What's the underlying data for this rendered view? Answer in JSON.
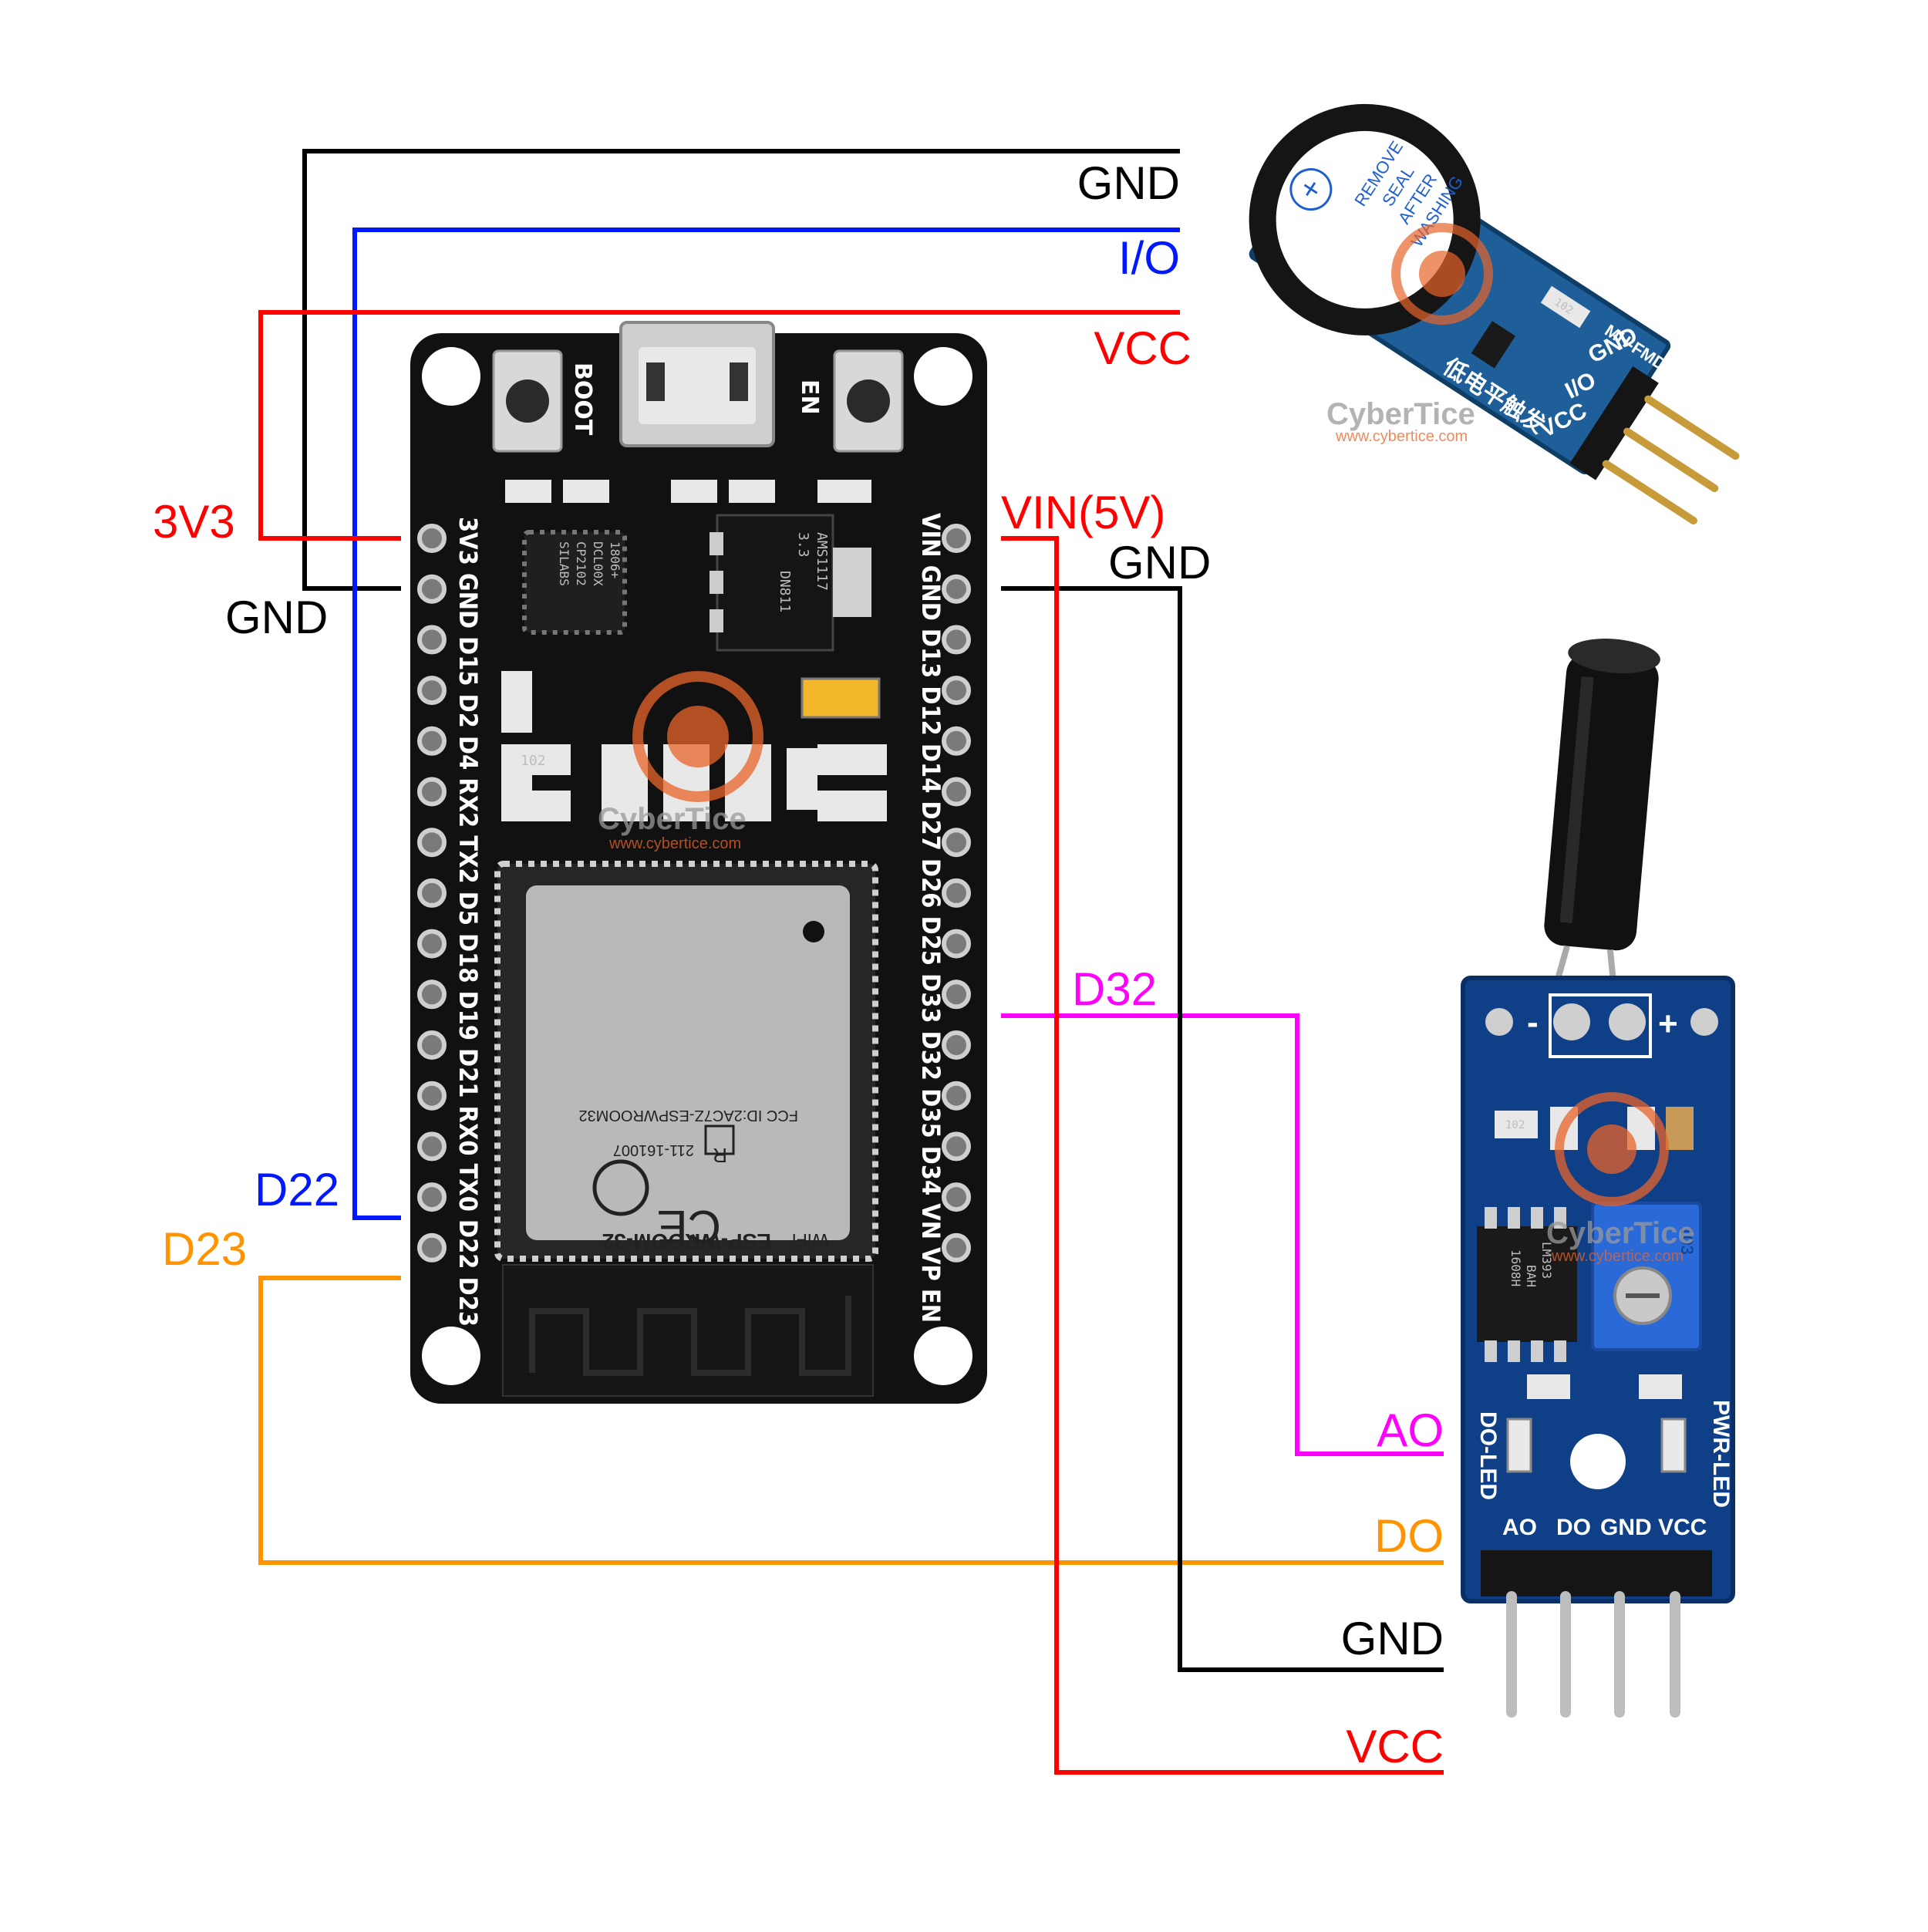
{
  "colors": {
    "gnd": "#000000",
    "io": "#0018ff",
    "power": "#ff0000",
    "d32": "#ff00ff",
    "d23": "#ff9400",
    "esp_board": "#111111",
    "sensor_pcb": "#0f3f86",
    "watermark": "#e8642a"
  },
  "esp32": {
    "buttons": {
      "boot": "BOOT",
      "en": "EN"
    },
    "left_pins": [
      "3V3",
      "GND",
      "D15",
      "D2",
      "D4",
      "RX2",
      "TX2",
      "D5",
      "D18",
      "D19",
      "D21",
      "RX0",
      "TX0",
      "D22",
      "D23"
    ],
    "right_pins": [
      "VIN",
      "GND",
      "D13",
      "D12",
      "D14",
      "D27",
      "D26",
      "D25",
      "D33",
      "D32",
      "D35",
      "D34",
      "VN",
      "VP",
      "EN"
    ],
    "usb_chip": [
      "1806+",
      "DCL00X",
      "CP2102",
      "SILABS"
    ],
    "regulator": [
      "AMS1117",
      "3.3",
      "DN811"
    ],
    "module": {
      "name": "ESP-WROOM-32",
      "fcc": "FCC ID:2AC7Z-ESPWROOM32",
      "cert": "211-161007",
      "r_mark": "R",
      "ce_mark": "CE",
      "wifi": "WiFi"
    },
    "resistor_code": "102"
  },
  "buzzer": {
    "sticker": [
      "REMOVE",
      "SEAL",
      "AFTER",
      "WASHING"
    ],
    "plus": "+",
    "model": "MH-FMD",
    "chinese": "低电平触发",
    "pins": [
      "GND",
      "I/O",
      "VCC"
    ],
    "resistor_code": "102"
  },
  "tilt_sensor": {
    "minus": "-",
    "plus": "+",
    "pins": [
      "AO",
      "DO",
      "GND",
      "VCC"
    ],
    "do_led": "DO-LED",
    "pwr_led": "PWR-LED",
    "chip": [
      "LM393",
      "BAH",
      "1608H"
    ],
    "trimmer": "103",
    "resistor_code": "102"
  },
  "wire_labels": {
    "buzzer_gnd": "GND",
    "buzzer_io": "I/O",
    "buzzer_vcc": "VCC",
    "esp_3v3": "3V3",
    "esp_gnd_left": "GND",
    "esp_vin": "VIN(5V)",
    "esp_gnd_right": "GND",
    "esp_d32": "D32",
    "esp_d22": "D22",
    "esp_d23": "D23",
    "sensor_ao": "AO",
    "sensor_do": "DO",
    "sensor_gnd": "GND",
    "sensor_vcc": "VCC"
  },
  "watermark": {
    "brand": "CyberTice",
    "url": "www.cybertice.com"
  }
}
